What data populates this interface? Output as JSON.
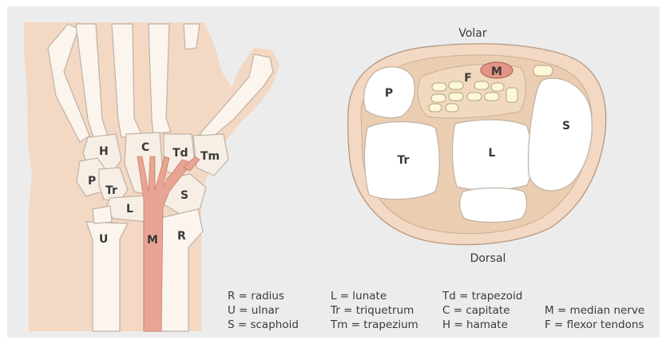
{
  "left_labels": {
    "h": "H",
    "c": "C",
    "td": "Td",
    "tm": "Tm",
    "p": "P",
    "tr": "Tr",
    "s": "S",
    "l": "L",
    "u": "U",
    "m": "M",
    "r": "R"
  },
  "right_labels": {
    "volar": "Volar",
    "dorsal": "Dorsal",
    "m": "M",
    "f": "F",
    "p": "P",
    "s": "S",
    "tr": "Tr",
    "l": "L"
  },
  "legend": [
    [
      "R = radius",
      "L = lunate",
      "Td = trapezoid",
      ""
    ],
    [
      "U = ulnar",
      "Tr = triquetrum",
      "C = capitate",
      "M = median nerve"
    ],
    [
      "S = scaphoid",
      "Tm = trapezium",
      "H = hamate",
      "F = flexor tendons"
    ]
  ],
  "colors": {
    "background": "#ececec",
    "skin": "#f3d8c3",
    "bone": "#fbf5ee",
    "nerve": "#e8a593",
    "tendon": "#fdf7dc"
  }
}
